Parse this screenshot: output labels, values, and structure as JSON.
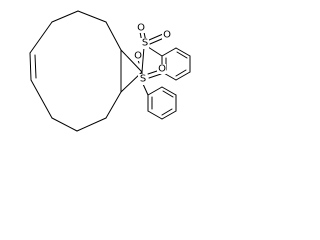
{
  "molecule": {
    "atoms": {
      "sulfur_1": "S",
      "sulfur_2": "S",
      "oxygen_1a": "O",
      "oxygen_1b": "O",
      "oxygen_2a": "O",
      "oxygen_2b": "O"
    },
    "colors": {
      "bond": "#000000",
      "background": "#ffffff"
    }
  }
}
